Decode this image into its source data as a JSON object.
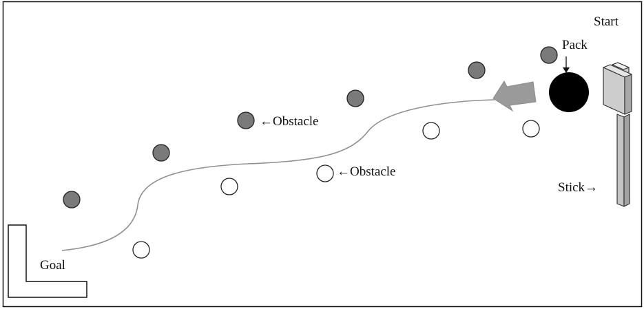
{
  "labels": {
    "start": "Start",
    "pack": "Pack",
    "obstacle_upper": "←Obstacle",
    "obstacle_lower": "←Obstacle",
    "stick": "Stick→",
    "goal": "Goal"
  },
  "colors": {
    "frame": "#111111",
    "obstacle_dark": "#7a7a7a",
    "obstacle_light": "#ffffff",
    "pack": "#000000",
    "path": "#8f8f8f",
    "arrow": "#9a9a9a",
    "stick": "#cfcfcf"
  }
}
